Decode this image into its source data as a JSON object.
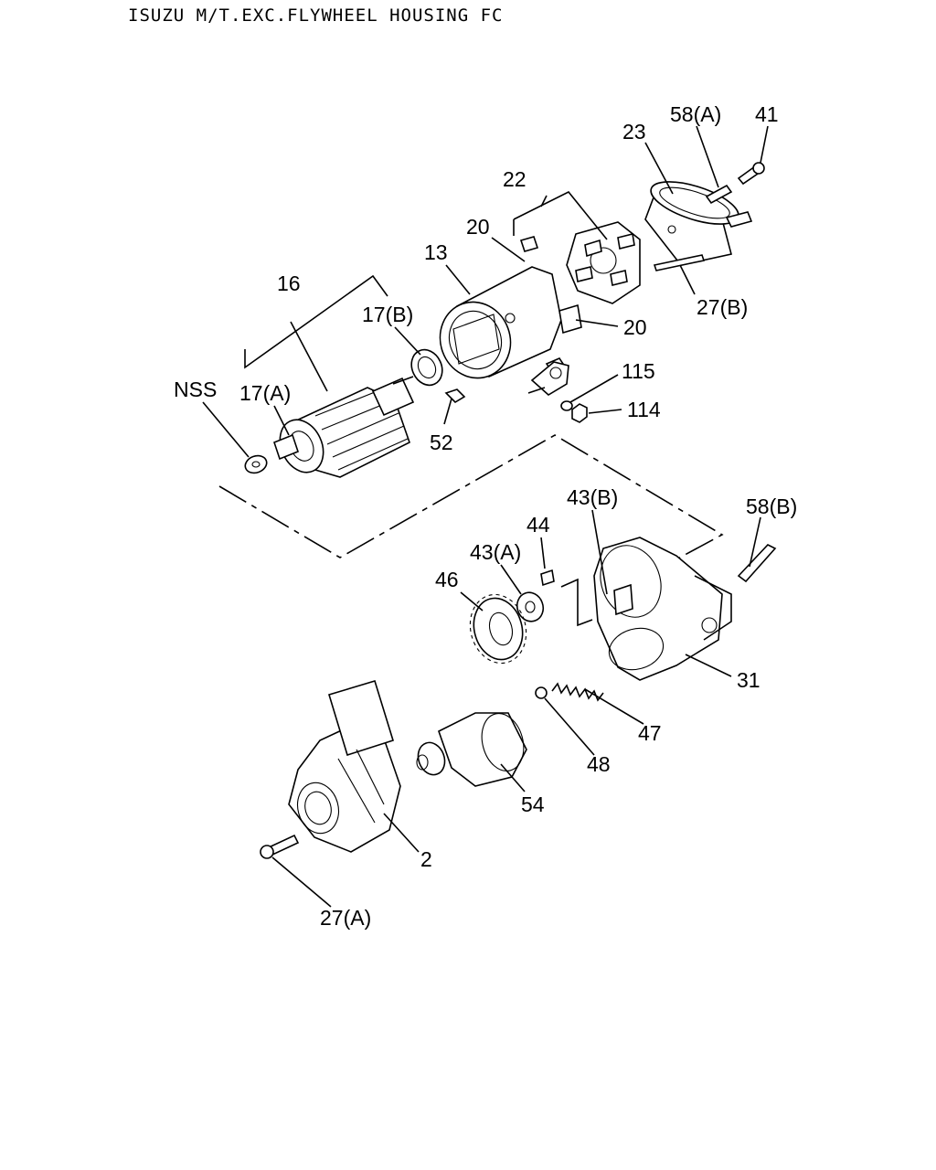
{
  "title": "ISUZU M/T.EXC.FLYWHEEL HOUSING FC",
  "labels": {
    "l23": "23",
    "l58a": "58(A)",
    "l41": "41",
    "l22": "22",
    "l20a": "20",
    "l13": "13",
    "l27b": "27(B)",
    "l16": "16",
    "l17b": "17(B)",
    "l20b": "20",
    "l115": "115",
    "lnss": "NSS",
    "l17a": "17(A)",
    "l114": "114",
    "l52": "52",
    "l43b": "43(B)",
    "l58b": "58(B)",
    "l44": "44",
    "l43a": "43(A)",
    "l46": "46",
    "l31": "31",
    "l47": "47",
    "l48": "48",
    "l54": "54",
    "l2": "2",
    "l27a": "27(A)"
  }
}
